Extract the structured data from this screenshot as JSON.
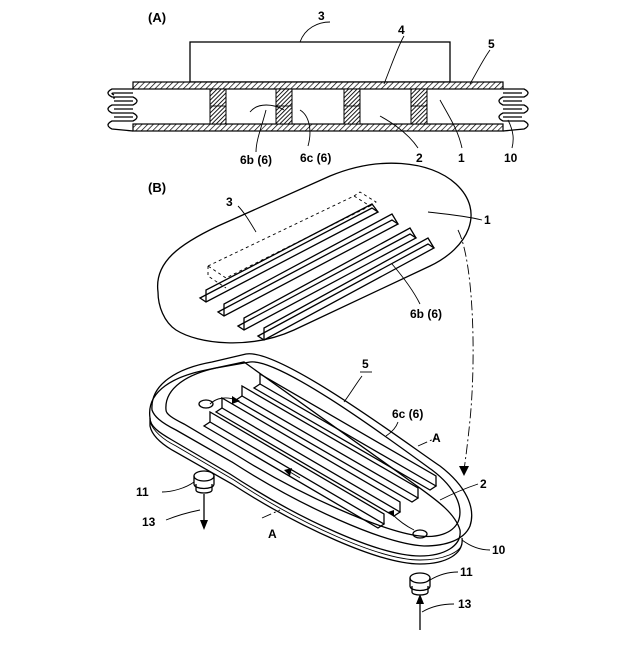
{
  "section_a": {
    "title": "(A)"
  },
  "section_b": {
    "title": "(B)"
  },
  "labels": {
    "n3": "3",
    "n4": "4",
    "n5": "5",
    "n1": "1",
    "n2": "2",
    "n10": "10",
    "n6b": "6b (6)",
    "n6c": "6c (6)",
    "n11": "11",
    "n13": "13",
    "a": "A"
  }
}
